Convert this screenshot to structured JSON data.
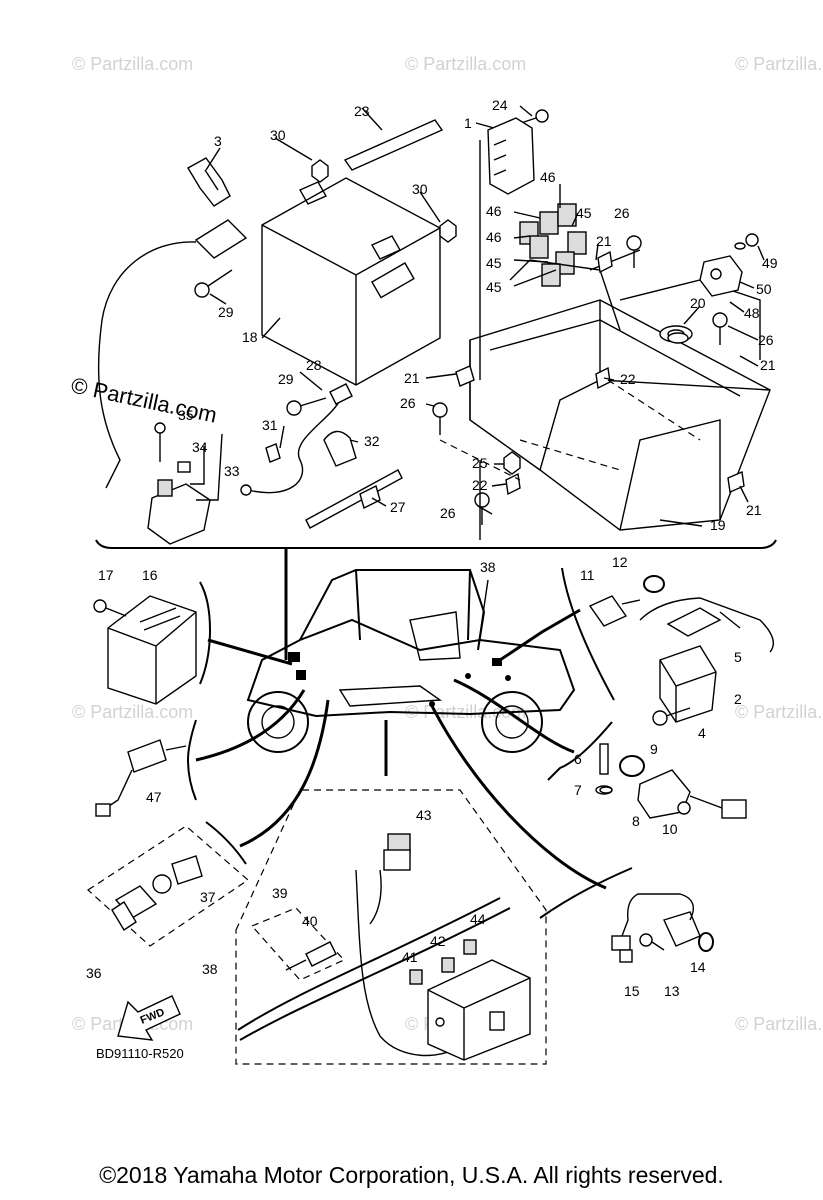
{
  "diagram": {
    "watermark": "© Partzilla.com",
    "drawing_code": "BD91110-R520",
    "fwd_label": "FWD",
    "callouts": [
      "1",
      "2",
      "3",
      "4",
      "5",
      "6",
      "7",
      "8",
      "9",
      "10",
      "11",
      "12",
      "13",
      "14",
      "15",
      "16",
      "17",
      "18",
      "19",
      "20",
      "21",
      "22",
      "23",
      "24",
      "25",
      "26",
      "27",
      "28",
      "29",
      "30",
      "31",
      "32",
      "33",
      "34",
      "35",
      "36",
      "37",
      "38",
      "39",
      "40",
      "41",
      "42",
      "43",
      "44",
      "45",
      "46",
      "47",
      "48",
      "49",
      "50"
    ]
  },
  "footer": {
    "copyright": "©2018 Yamaha Motor Corporation, U.S.A. All rights reserved."
  }
}
